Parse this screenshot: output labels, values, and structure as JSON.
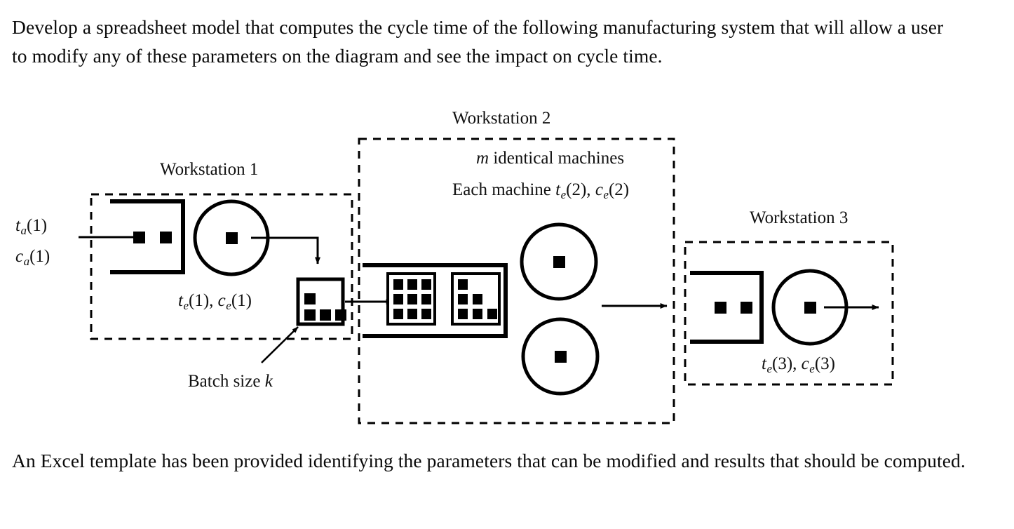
{
  "document": {
    "intro_paragraph": "Develop a spreadsheet model that computes the cycle time of the following manufacturing system that will allow a user to modify any of these parameters on the diagram and see the impact on cycle time.",
    "closing_paragraph": "An Excel template has been provided identifying the parameters that can be modified and results that should be computed."
  },
  "diagram": {
    "arrival_labels": {
      "interarrival_time": {
        "base": "t",
        "sub": "a",
        "arg": "(1)"
      },
      "arrival_cv": {
        "base": "c",
        "sub": "a",
        "arg": "(1)"
      }
    },
    "workstation1": {
      "title": "Workstation 1",
      "process_label": {
        "t_base": "t",
        "t_sub": "e",
        "t_arg": "(1),",
        "c_base": "c",
        "c_sub": "e",
        "c_arg": "(1)"
      },
      "queue_jobs": 2,
      "machines": 1,
      "batch_box": {
        "rows": [
          1,
          3
        ]
      }
    },
    "batch_annotation": {
      "text": "Batch size ",
      "symbol": "k"
    },
    "workstation2": {
      "title": "Workstation 2",
      "machines_line": {
        "symbol": "m",
        "text": " identical machines"
      },
      "each_machine_line": {
        "prefix": "Each machine  ",
        "t_base": "t",
        "t_sub": "e",
        "t_arg": "(2),",
        "c_base": "c",
        "c_sub": "e",
        "c_arg": "(2)"
      },
      "queue_batches": 2,
      "machines": 2
    },
    "workstation3": {
      "title": "Workstation 3",
      "process_label": {
        "t_base": "t",
        "t_sub": "e",
        "t_arg": "(3),",
        "c_base": "c",
        "c_sub": "e",
        "c_arg": "(3)"
      },
      "queue_jobs": 2,
      "machines": 1
    },
    "colors": {
      "stroke": "#000000",
      "background": "#ffffff",
      "text": "#111111"
    }
  }
}
